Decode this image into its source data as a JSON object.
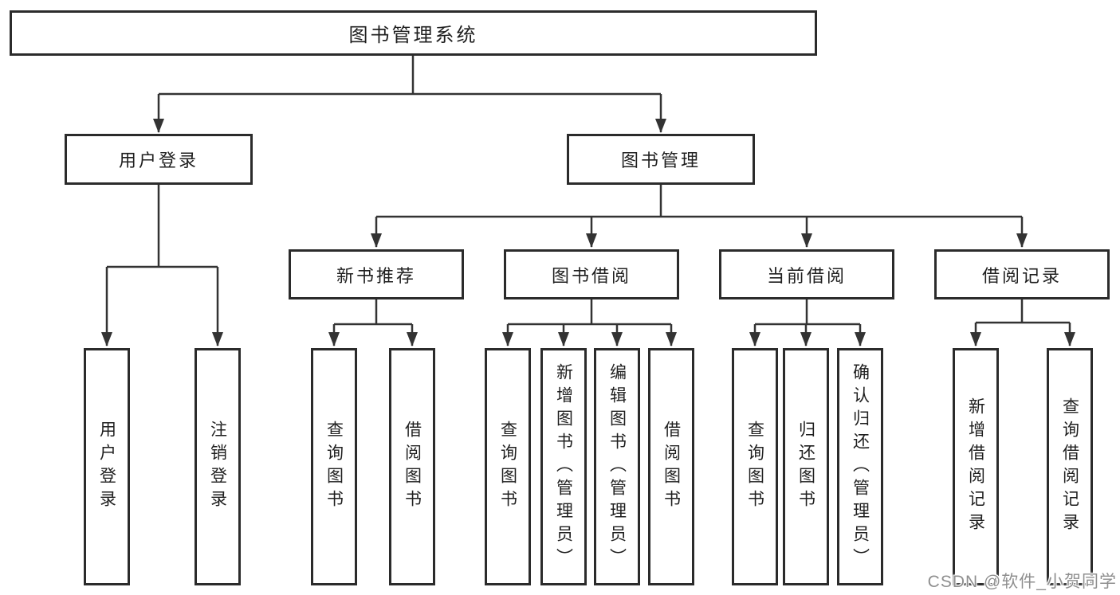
{
  "diagram": {
    "title": "图书管理系统",
    "type": "hierarchy-tree",
    "colors": {
      "line": "#333333",
      "box_border": "#2b2b2b",
      "box_fill": "#ffffff",
      "text": "#1f1f1f",
      "background": "#ffffff",
      "watermark": "#8f8f8f"
    },
    "nodes": {
      "root": {
        "label": "图书管理系统"
      },
      "user_login": {
        "label": "用户登录"
      },
      "book_mgmt": {
        "label": "图书管理"
      },
      "ul_login": {
        "label": "用户登录"
      },
      "ul_logout": {
        "label": "注销登录"
      },
      "new_book_rec": {
        "label": "新书推荐"
      },
      "book_borrow": {
        "label": "图书借阅"
      },
      "current_borrow": {
        "label": "当前借阅"
      },
      "borrow_record": {
        "label": "借阅记录"
      },
      "nbr_query_book": {
        "label": "查询图书"
      },
      "nbr_borrow_book": {
        "label": "借阅图书"
      },
      "bb_query_book": {
        "label": "查询图书"
      },
      "bb_add_book": {
        "label": "新增图书（管理员）"
      },
      "bb_edit_book": {
        "label": "编辑图书（管理员）"
      },
      "bb_borrow_book": {
        "label": "借阅图书"
      },
      "cb_query_book": {
        "label": "查询图书"
      },
      "cb_return_book": {
        "label": "归还图书"
      },
      "cb_confirm_return": {
        "label": "确认归还（管理员）"
      },
      "br_add_record": {
        "label": "新增借阅记录"
      },
      "br_query_record": {
        "label": "查询借阅记录"
      }
    },
    "edges": [
      [
        "root",
        "user_login"
      ],
      [
        "root",
        "book_mgmt"
      ],
      [
        "user_login",
        "ul_login"
      ],
      [
        "user_login",
        "ul_logout"
      ],
      [
        "book_mgmt",
        "new_book_rec"
      ],
      [
        "book_mgmt",
        "book_borrow"
      ],
      [
        "book_mgmt",
        "current_borrow"
      ],
      [
        "book_mgmt",
        "borrow_record"
      ],
      [
        "new_book_rec",
        "nbr_query_book"
      ],
      [
        "new_book_rec",
        "nbr_borrow_book"
      ],
      [
        "book_borrow",
        "bb_query_book"
      ],
      [
        "book_borrow",
        "bb_add_book"
      ],
      [
        "book_borrow",
        "bb_edit_book"
      ],
      [
        "book_borrow",
        "bb_borrow_book"
      ],
      [
        "current_borrow",
        "cb_query_book"
      ],
      [
        "current_borrow",
        "cb_return_book"
      ],
      [
        "current_borrow",
        "cb_confirm_return"
      ],
      [
        "borrow_record",
        "br_add_record"
      ],
      [
        "borrow_record",
        "br_query_record"
      ]
    ]
  },
  "watermark": {
    "text": "CSDN @软件_小贺同学"
  }
}
